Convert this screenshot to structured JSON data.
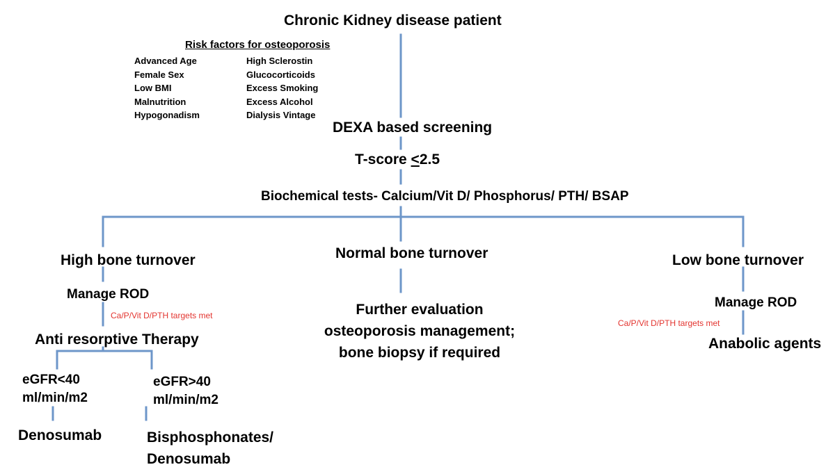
{
  "root": {
    "title": "Chronic Kidney disease patient"
  },
  "risk_factors": {
    "title": "Risk factors for osteoporosis",
    "left": [
      "Advanced Age",
      "Female Sex",
      "Low BMI",
      "Malnutrition",
      "Hypogonadism"
    ],
    "right": [
      "High Sclerostin",
      "Glucocorticoids",
      "Excess Smoking",
      "Excess Alcohol",
      "Dialysis Vintage"
    ]
  },
  "screening": "DEXA based screening",
  "tscore": {
    "prefix": "T-score ",
    "symbol": "<",
    "value": "2.5"
  },
  "biochem": "Biochemical tests- Calcium/Vit D/ Phosphorus/ PTH/ BSAP",
  "high": {
    "title": "High bone turnover",
    "manage": "Manage ROD",
    "targets": "Ca/P/Vit D/PTH targets met",
    "therapy": "Anti resorptive Therapy",
    "left_branch": {
      "egfr": "eGFR<40",
      "unit": "ml/min/m2",
      "drug": "Denosumab"
    },
    "right_branch": {
      "egfr": "eGFR>40",
      "unit": "ml/min/m2",
      "drug_line1": "Bisphosphonates/",
      "drug_line2": "Denosumab"
    }
  },
  "normal": {
    "title": "Normal bone turnover",
    "line1": "Further evaluation",
    "line2": "osteoporosis management;",
    "line3": "bone biopsy if required"
  },
  "low": {
    "title": "Low bone turnover",
    "manage": "Manage ROD",
    "targets": "Ca/P/Vit D/PTH targets met",
    "therapy": "Anabolic agents"
  },
  "colors": {
    "connector": "#6d96c9",
    "note": "#e3342f"
  }
}
